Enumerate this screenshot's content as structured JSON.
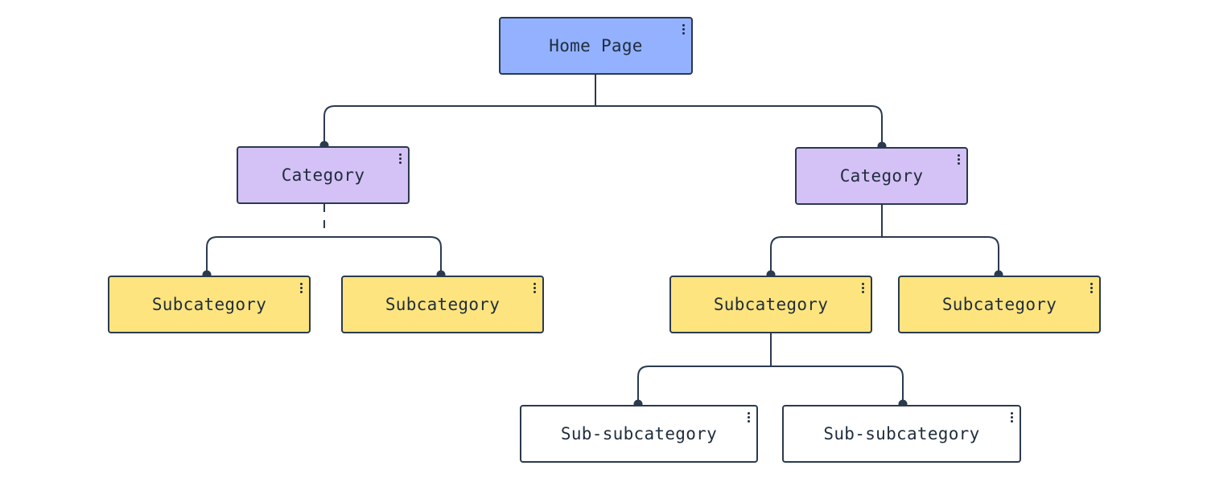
{
  "colors": {
    "home": "#93b1ff",
    "category": "#d4c1f5",
    "subcategory": "#fde47e",
    "subsubcategory": "#ffffff",
    "stroke": "#2b3a4e"
  },
  "nodes": {
    "home": {
      "label": "Home Page",
      "menu_icon": "kebab-menu-icon"
    },
    "category_left": {
      "label": "Category",
      "menu_icon": "kebab-menu-icon"
    },
    "category_right": {
      "label": "Category",
      "menu_icon": "kebab-menu-icon"
    },
    "sub_1": {
      "label": "Subcategory",
      "menu_icon": "kebab-menu-icon"
    },
    "sub_2": {
      "label": "Subcategory",
      "menu_icon": "kebab-menu-icon"
    },
    "sub_3": {
      "label": "Subcategory",
      "menu_icon": "kebab-menu-icon"
    },
    "sub_4": {
      "label": "Subcategory",
      "menu_icon": "kebab-menu-icon"
    },
    "subsub_1": {
      "label": "Sub-subcategory",
      "menu_icon": "kebab-menu-icon"
    },
    "subsub_2": {
      "label": "Sub-subcategory",
      "menu_icon": "kebab-menu-icon"
    }
  },
  "edges": [
    {
      "from": "home",
      "to": "category_left",
      "style": "solid"
    },
    {
      "from": "home",
      "to": "category_right",
      "style": "solid"
    },
    {
      "from": "category_left",
      "to": "sub_1",
      "style": "dashed"
    },
    {
      "from": "category_left",
      "to": "sub_2",
      "style": "dashed"
    },
    {
      "from": "category_right",
      "to": "sub_3",
      "style": "solid"
    },
    {
      "from": "category_right",
      "to": "sub_4",
      "style": "solid"
    },
    {
      "from": "sub_3",
      "to": "subsub_1",
      "style": "solid"
    },
    {
      "from": "sub_3",
      "to": "subsub_2",
      "style": "solid"
    }
  ]
}
